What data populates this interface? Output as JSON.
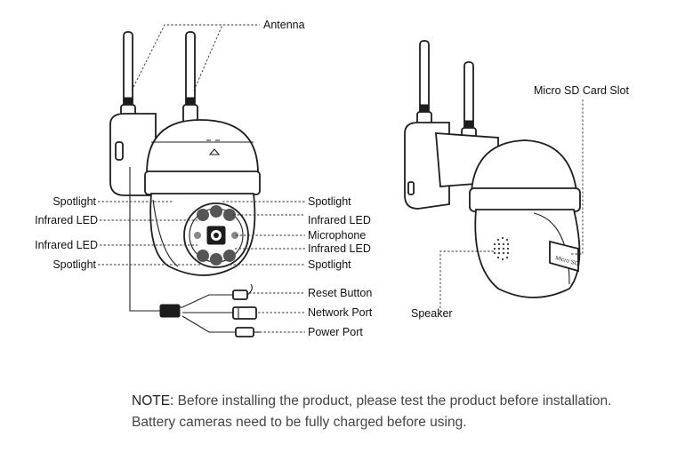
{
  "labels": {
    "antenna": "Antenna",
    "spotlight_left_top": "Spotlight",
    "infrared_left_1": "Infrared LED",
    "infrared_left_2": "Infrared LED",
    "spotlight_left_bottom": "Spotlight",
    "spotlight_right_top": "Spotlight",
    "infrared_right_1": "Infrared LED",
    "microphone": "Microphone",
    "infrared_right_2": "Infrared LED",
    "spotlight_right_bottom": "Spotlight",
    "reset_button": "Reset Button",
    "network_port": "Network Port",
    "power_port": "Power Port",
    "micro_sd_slot": "Micro SD Card Slot",
    "speaker": "Speaker",
    "sd_door_text": "Micro SD"
  },
  "note": {
    "prefix": "NOTE:",
    "line1": " Before installing the product, please test the product before installation.",
    "line2": "Battery cameras need to be fully charged before using."
  }
}
